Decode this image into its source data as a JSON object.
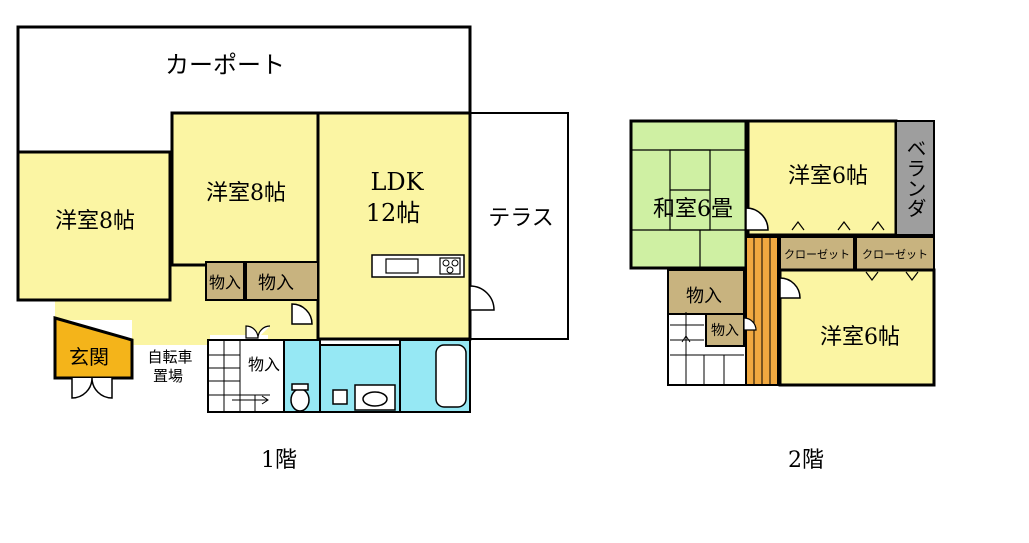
{
  "floor1": {
    "caption": "1階",
    "rooms": {
      "carport": "カーポート",
      "western_left": "洋室8帖",
      "western_mid": "洋室8帖",
      "ldk_line1": "LDK",
      "ldk_line2": "12帖",
      "terrace": "テラス",
      "storage_a": "物入",
      "storage_b": "物入",
      "storage_c": "物入",
      "entrance": "玄関",
      "bicycle_line1": "自転車",
      "bicycle_line2": "置場"
    }
  },
  "floor2": {
    "caption": "2階",
    "rooms": {
      "japanese": "和室6畳",
      "western_top": "洋室6帖",
      "veranda": "ベランダ",
      "closet_a": "クローゼット",
      "closet_b": "クローゼット",
      "storage_a": "物入",
      "storage_b": "物入",
      "western_bottom": "洋室6帖"
    }
  },
  "colors": {
    "room_yellow": "#fbf5a3",
    "storage_tan": "#c8b37f",
    "entrance_orange": "#f4b41a",
    "water_cyan": "#96e8f4",
    "tatami_green": "#cff0a3",
    "veranda_gray": "#9e9e9e",
    "stair_orange": "#f0a840",
    "wall": "#000000"
  }
}
